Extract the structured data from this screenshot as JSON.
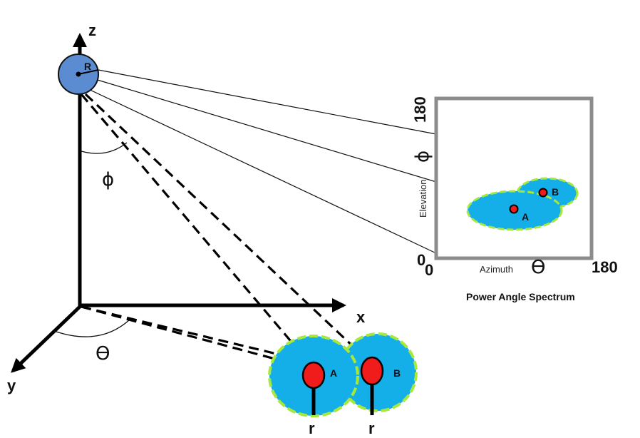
{
  "axes": {
    "z_label": "z",
    "x_label": "x",
    "y_label": "y"
  },
  "receiver": {
    "label": "R",
    "color": "#5b8bd0"
  },
  "angles": {
    "elevation_symbol": "ϕ",
    "azimuth_symbol": "ϴ"
  },
  "scatterers": [
    {
      "label": "A",
      "rod_label": "r"
    },
    {
      "label": "B",
      "rod_label": "r"
    }
  ],
  "spectrum_plot": {
    "caption": "Power Angle Spectrum",
    "y_max_label": "180",
    "y_min_label": "0",
    "x_min_label": "0",
    "x_max_label": "180",
    "y_axis_title": "Elevation",
    "y_axis_symbol": "ϕ",
    "x_axis_title": "Azimuth",
    "x_axis_symbol": "ϴ",
    "clusters": [
      {
        "label": "A"
      },
      {
        "label": "B"
      }
    ]
  },
  "colors": {
    "scatterer_fill": "#14aee8",
    "scatterer_outline": "#a6e83c",
    "point_fill": "#f01c1c",
    "plot_frame": "#8c8c8c"
  }
}
